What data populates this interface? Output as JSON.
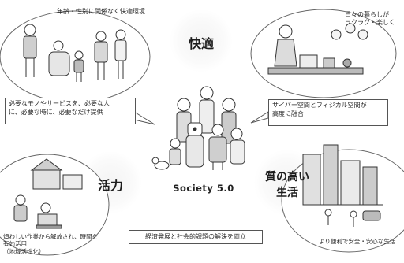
{
  "captions": {
    "top_left": "年齢・性別に関係なく快適環境",
    "top_right_line1": "日々の暮らしが",
    "top_right_line2": "ラクラク・楽しく",
    "bottom_left_line1": "煩わしい作業から解放され、時間を",
    "bottom_left_line2": "有効活用",
    "bottom_left_line3": "（地域活性化）",
    "bottom_right": "より便利で安全・安心な生活"
  },
  "keywords": {
    "comfort": "快適",
    "vitality": "活力",
    "quality_line1": "質の高い",
    "quality_line2": "生活"
  },
  "boxes": {
    "left_line1": "必要なモノやサービスを、必要な人",
    "left_line2": "に、必要な時に、必要なだけ提供",
    "right_line1": "サイバー空間とフィジカル空間が",
    "right_line2": "高度に融合",
    "bottom": "経済発展と社会的課題の解決を両立"
  },
  "center": {
    "label": "Society 5.0"
  }
}
